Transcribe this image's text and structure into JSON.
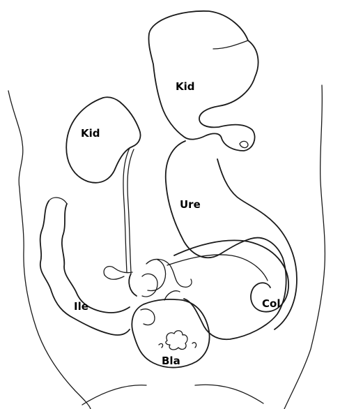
{
  "labels": {
    "kidney_right": "Kid",
    "kidney_left": "Kid",
    "ureter": "Ure",
    "ileum": "Ile",
    "colon": "Col",
    "bladder": "Bla"
  },
  "colors": {
    "line": "#1a1a1a",
    "background": "#ffffff"
  }
}
